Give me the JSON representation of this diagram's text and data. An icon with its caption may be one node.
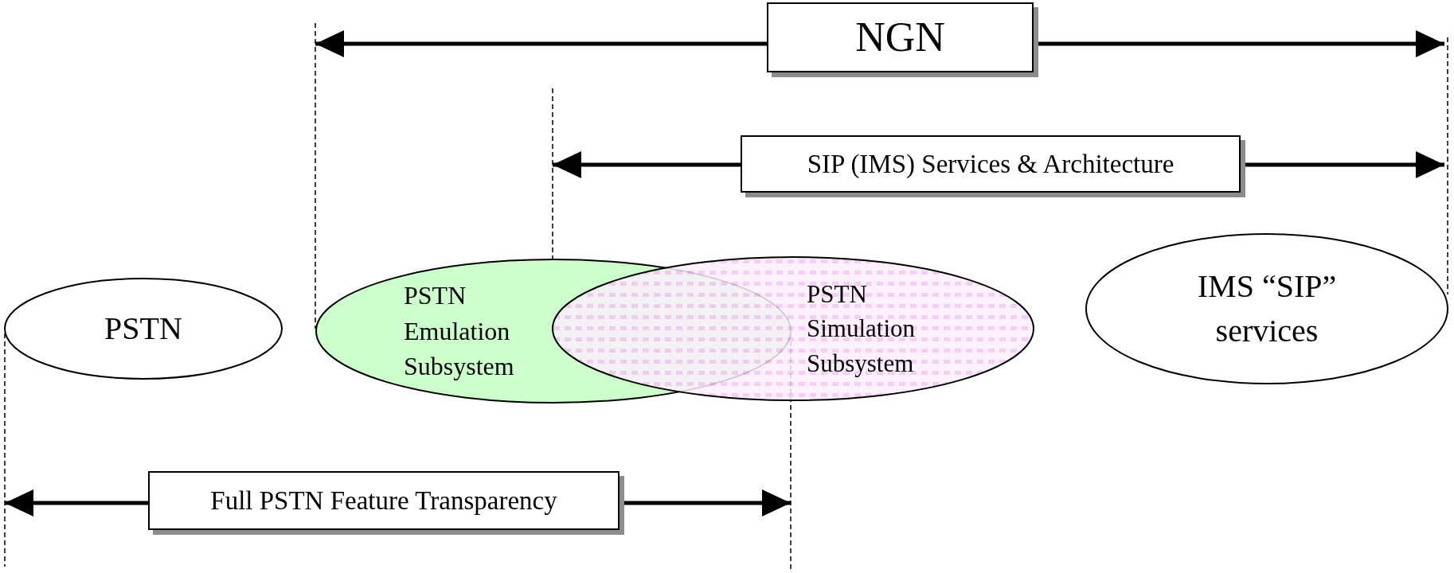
{
  "diagram": {
    "nodes": [
      {
        "text": [
          "NGN"
        ]
      },
      {
        "text": [
          "SIP (IMS) Services & Architecture"
        ]
      },
      {
        "text": [
          "PSTN"
        ]
      },
      {
        "text": [
          "PSTN Emulation Subsystem"
        ]
      },
      {
        "text": [
          "PSTN Simulation Subsystem"
        ]
      },
      {
        "text": [
          "IMS “SIP” services"
        ]
      },
      {
        "text": [
          "Full PSTN Feature Transparency"
        ]
      }
    ],
    "edges": [
      {
        "from": 0,
        "to": null,
        "arrow": "to"
      },
      {
        "from": 0,
        "to": null,
        "arrow": "to"
      },
      {
        "from": 1,
        "to": null,
        "arrow": "to"
      },
      {
        "from": 1,
        "to": null,
        "arrow": "to"
      },
      {
        "from": 6,
        "to": null,
        "arrow": "to"
      },
      {
        "from": 6,
        "to": null,
        "arrow": "to"
      }
    ]
  }
}
